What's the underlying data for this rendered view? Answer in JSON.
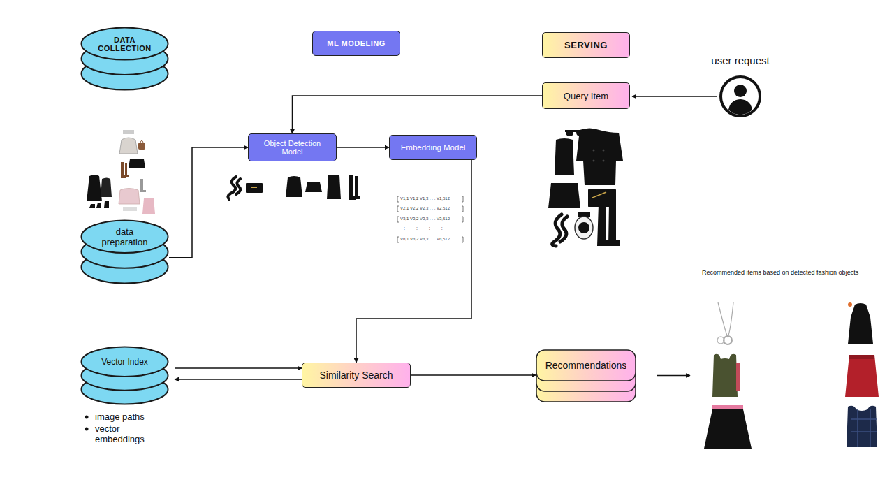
{
  "diagram": {
    "nodes": [
      {
        "text": [
          "DATA COLLECTION"
        ]
      },
      {
        "text": [
          "ML MODELING"
        ]
      },
      {
        "text": [
          "SERVING"
        ]
      },
      {
        "text": [
          "user request"
        ]
      },
      {
        "text": [
          "Query Item"
        ]
      },
      {
        "text": [
          "Object Detection Model"
        ]
      },
      {
        "text": [
          "Embedding Model"
        ]
      },
      {
        "text": [
          "data preparation"
        ]
      },
      {
        "text": [
          "Vector Index"
        ]
      },
      {
        "text": [
          "Similarity Search"
        ]
      },
      {
        "text": [
          "Recommendations"
        ]
      },
      {
        "text": [
          "Recommended items based on detected fashion objects"
        ]
      }
    ],
    "edges": [
      {
        "from": 3,
        "to": 4,
        "arrow": "to"
      },
      {
        "from": 4,
        "to": 5,
        "arrow": "to"
      },
      {
        "from": 7,
        "to": 5,
        "arrow": "to"
      },
      {
        "from": 5,
        "to": 6,
        "arrow": "to"
      },
      {
        "from": 6,
        "to": 9,
        "arrow": "to"
      },
      {
        "from": 8,
        "to": 9,
        "arrow": "to"
      },
      {
        "from": 9,
        "to": 8,
        "arrow": "to"
      },
      {
        "from": 9,
        "to": 10,
        "arrow": "to"
      },
      {
        "from": 10,
        "to": 11,
        "arrow": "to"
      }
    ],
    "labels": [
      "V1,1 V1,2 V1,3 . . . V1,512",
      "V2,1 V2,2 V2,3 . . . V2,512",
      "V3,1 V3,2 V3,3 . . . V3,512",
      ": : : :",
      "Vn,1 Vn,2 Vn,3 . . . Vn,512",
      "image paths",
      "vector embeddings"
    ]
  }
}
